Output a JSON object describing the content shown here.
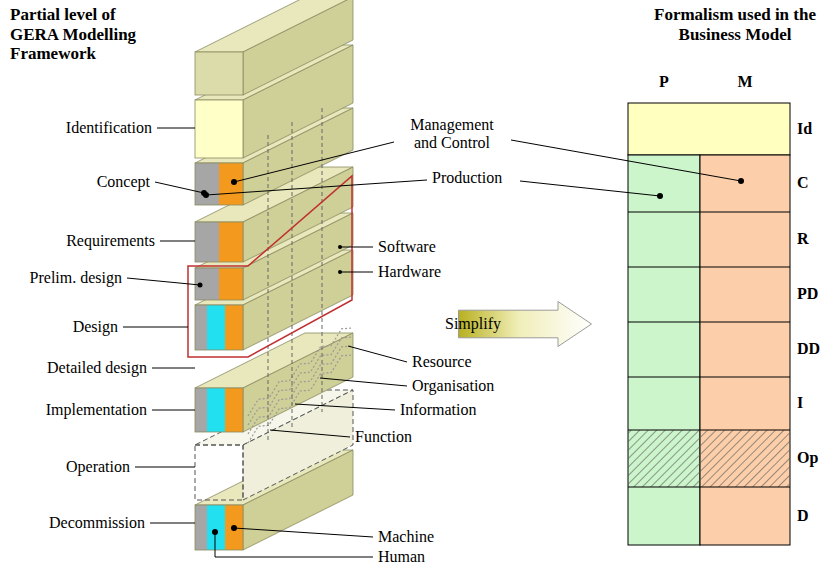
{
  "diagram": {
    "nodes": [
      {
        "text": [
          "Simplify"
        ]
      }
    ],
    "labels": [
      "Partial level of GERA Modelling Framework",
      "Formalism used in the Business Model",
      "Identification",
      "Concept",
      "Requirements",
      "Prelim. design",
      "Design",
      "Detailed design",
      "Implementation",
      "Operation",
      "Decommission",
      "Management and Control",
      "Production",
      "Software",
      "Hardware",
      "Resource",
      "Organisation",
      "Information",
      "Function",
      "Machine",
      "Human",
      "P",
      "M",
      "Id",
      "C",
      "R",
      "PD",
      "DD",
      "I",
      "Op",
      "D"
    ]
  }
}
